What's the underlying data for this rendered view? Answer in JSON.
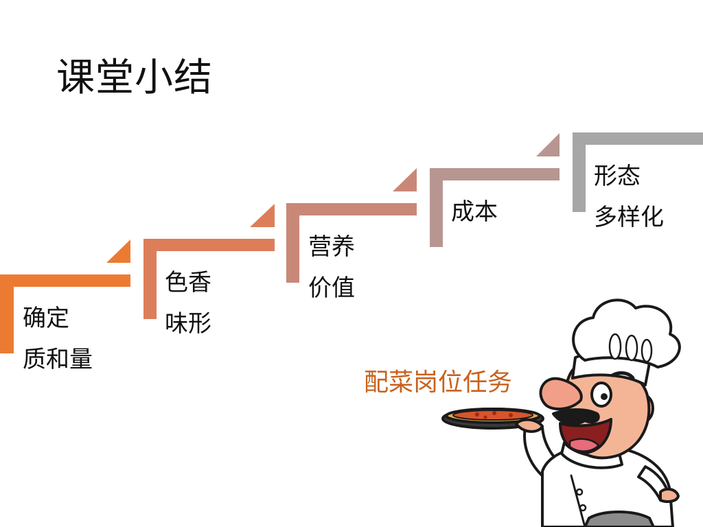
{
  "slide": {
    "title": "课堂小结",
    "subtitle": "配菜岗位任务",
    "subtitle_color": "#c8611e"
  },
  "steps": [
    {
      "line1": "确定",
      "line2": "质和量",
      "color": "#ec7b32"
    },
    {
      "line1": "色香",
      "line2": "味形",
      "color": "#dc7e5a"
    },
    {
      "line1": "营养",
      "line2": "价值",
      "color": "#c98877"
    },
    {
      "line1": "成本",
      "line2": "",
      "color": "#b79691"
    },
    {
      "line1": "形态",
      "line2": "多样化",
      "color": "#a6a6a6"
    }
  ],
  "illustration": {
    "icon": "chef-with-pizza-icon"
  }
}
